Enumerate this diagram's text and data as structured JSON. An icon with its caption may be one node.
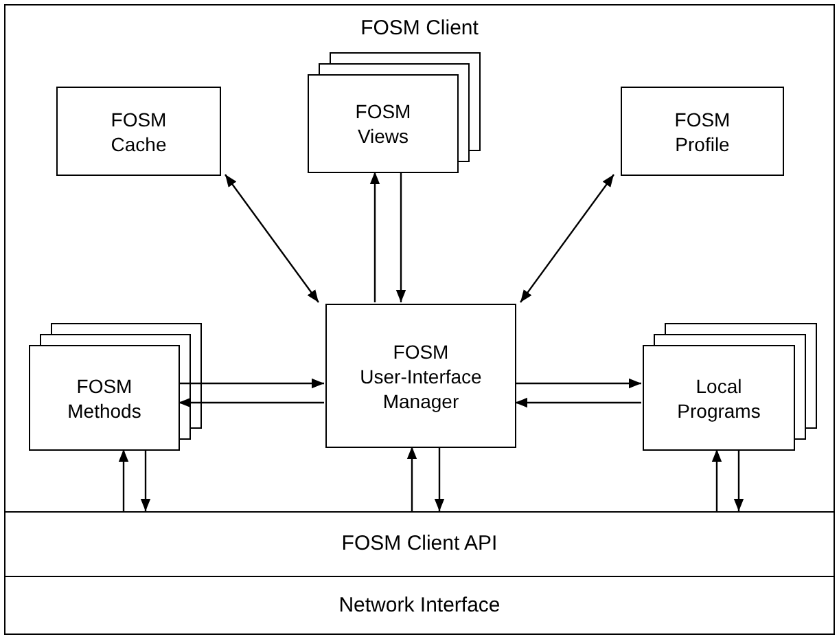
{
  "diagram": {
    "nodes": [
      {
        "text": [
          "FOSM Client"
        ]
      },
      {
        "text": [
          "FOSM Cache"
        ],
        "in": 0
      },
      {
        "text": [
          "FOSM Views"
        ],
        "in": 0
      },
      {
        "text": [
          "FOSM Profile"
        ],
        "in": 0
      },
      {
        "text": [
          "FOSM Methods"
        ],
        "in": 0
      },
      {
        "text": [
          "FOSM User-Interface Manager"
        ],
        "in": 0
      },
      {
        "text": [
          "Local Programs"
        ],
        "in": 0
      },
      {
        "text": [
          "FOSM Client API"
        ]
      },
      {
        "text": [
          "Network Interface"
        ]
      }
    ],
    "edges": [
      {
        "from": 1,
        "to": 5,
        "arrow": "both"
      },
      {
        "from": 5,
        "to": 2,
        "arrow": "to"
      },
      {
        "from": 2,
        "to": 5,
        "arrow": "to"
      },
      {
        "from": 3,
        "to": 5,
        "arrow": "both"
      },
      {
        "from": 4,
        "to": 5,
        "arrow": "to"
      },
      {
        "from": 5,
        "to": 4,
        "arrow": "to"
      },
      {
        "from": 5,
        "to": 6,
        "arrow": "to"
      },
      {
        "from": 6,
        "to": 5,
        "arrow": "to"
      },
      {
        "from": 7,
        "to": 4,
        "arrow": "to"
      },
      {
        "from": 4,
        "to": 7,
        "arrow": "to"
      },
      {
        "from": 7,
        "to": 5,
        "arrow": "to"
      },
      {
        "from": 5,
        "to": 7,
        "arrow": "to"
      },
      {
        "from": 7,
        "to": 6,
        "arrow": "to"
      },
      {
        "from": 6,
        "to": 7,
        "arrow": "to"
      }
    ]
  }
}
